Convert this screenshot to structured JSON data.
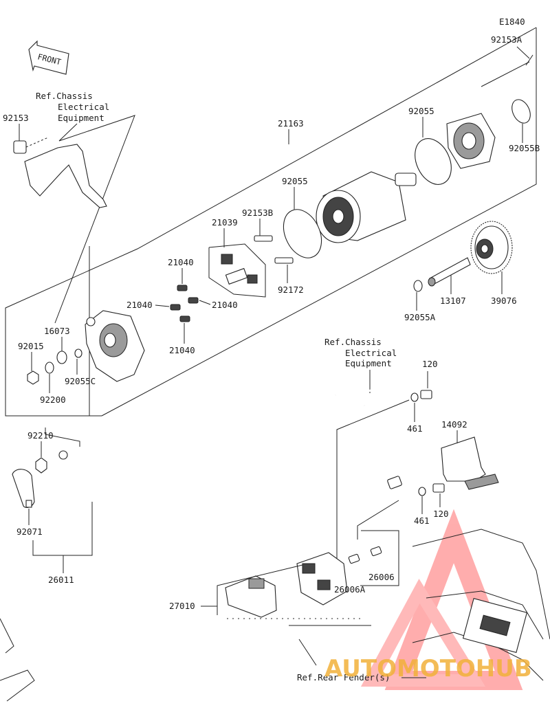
{
  "diagram_code": "E1840",
  "front_label": "FRONT",
  "refs": {
    "chassis_top": [
      "Ref.Chassis",
      "Electrical",
      "Equipment"
    ],
    "chassis_mid": [
      "Ref.Chassis",
      "Electrical",
      "Equipment"
    ],
    "rear_fender": "Ref.Rear Fender(s)"
  },
  "parts": {
    "p92153": "92153",
    "p21163": "21163",
    "p92153A": "92153A",
    "p92055_top": "92055",
    "p92055B": "92055B",
    "p92055_mid": "92055",
    "p21039": "21039",
    "p92153B": "92153B",
    "p21040_a": "21040",
    "p21040_b": "21040",
    "p21040_c": "21040",
    "p21040_d": "21040",
    "p92172": "92172",
    "p13107": "13107",
    "p39076": "39076",
    "p92055A": "92055A",
    "p16073": "16073",
    "p92015": "92015",
    "p92055C": "92055C",
    "p92200": "92200",
    "p120_a": "120",
    "p461_a": "461",
    "p14092": "14092",
    "p461_b": "461",
    "p120_b": "120",
    "p92210": "92210",
    "p92071": "92071",
    "p26011": "26011",
    "p26006": "26006",
    "p26006A": "26006A",
    "p27010": "27010"
  },
  "watermark": {
    "text": "AUTOMOTOHUB",
    "colors": [
      "#f2b13a",
      "#e74c3c"
    ]
  }
}
